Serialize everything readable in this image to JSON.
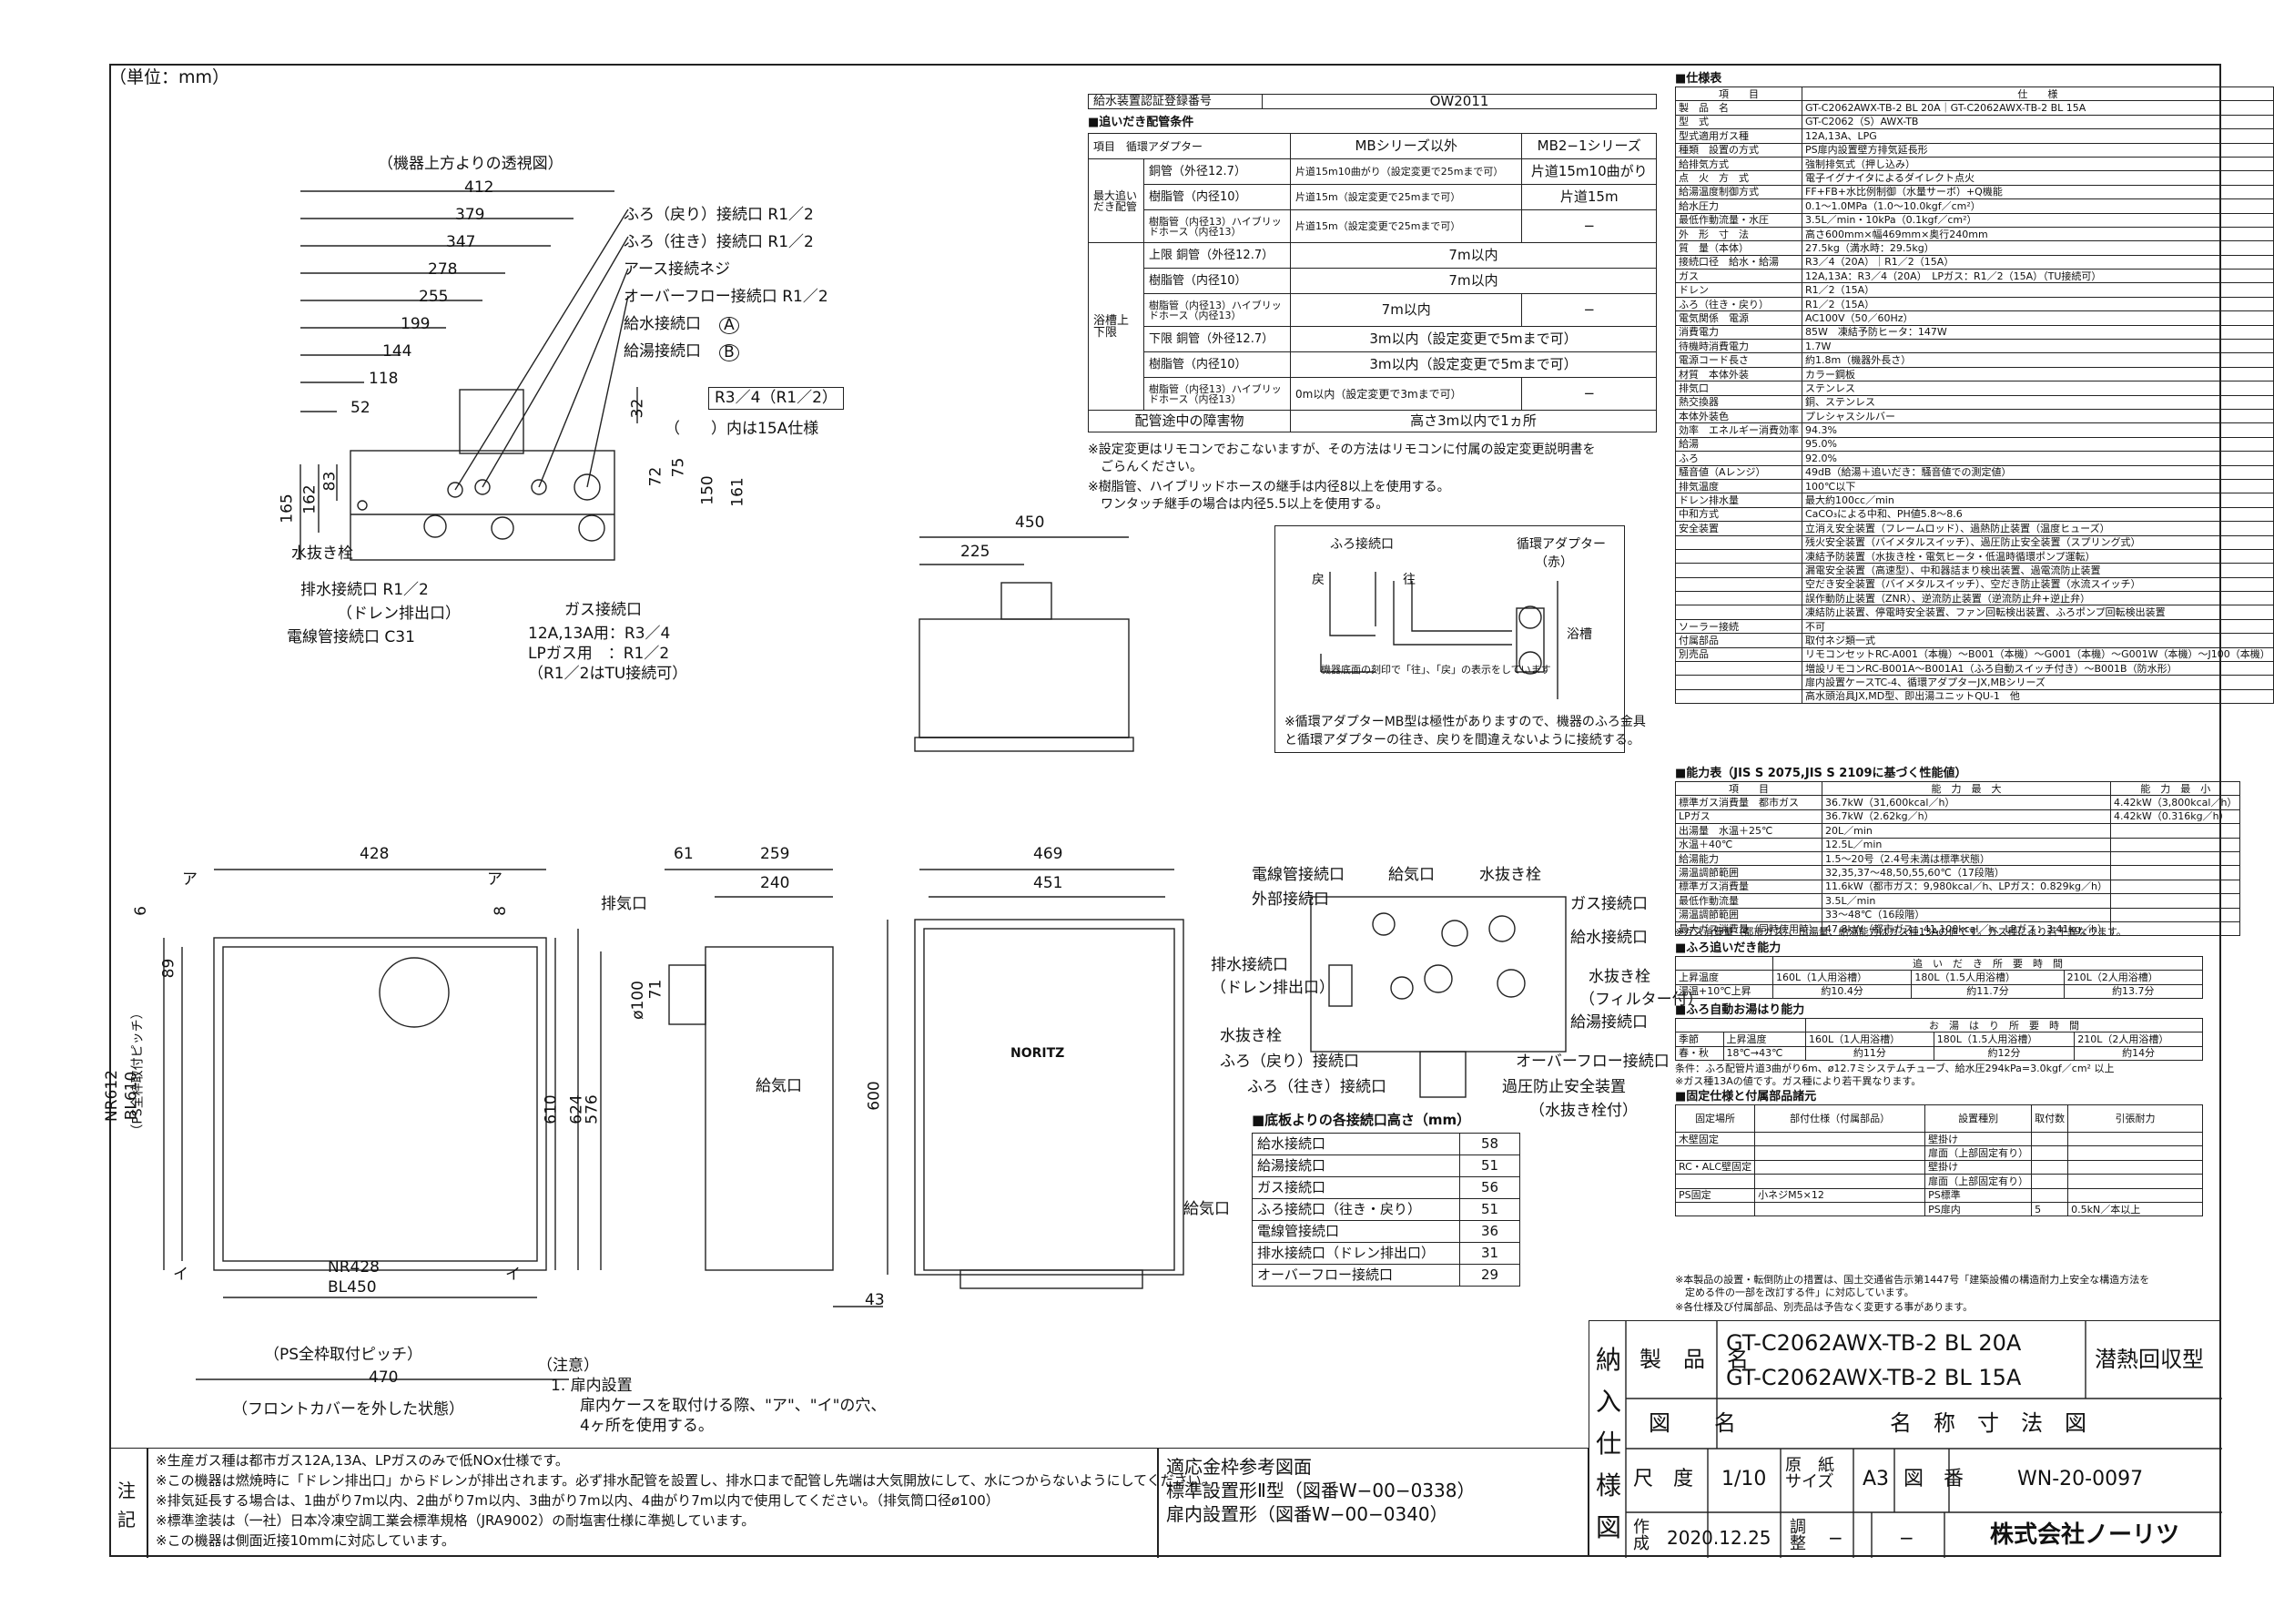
{
  "unit_label": "（単位：mm）",
  "top_view": {
    "caption": "（機器上方よりの透視図）",
    "dims": [
      "412",
      "379",
      "347",
      "278",
      "255",
      "199",
      "144",
      "118",
      "52",
      "165",
      "162",
      "83",
      "32",
      "75",
      "72",
      "150",
      "161"
    ],
    "labels": [
      "ふろ（戻り）接続口 R1／2",
      "ふろ（往き）接続口 R1／2",
      "アース接続ネジ",
      "オーバーフロー接続口 R1／2",
      "給水接続口",
      "給湯接続口",
      "R3／4（R1／2）",
      "（　　）内は15A仕様",
      "水抜き栓",
      "排水接続口 R1／2",
      "（ドレン排出口）",
      "電線管接続口 C31",
      "ガス接続口",
      "12A,13A用：R3／4",
      "LPガス用　：R1／2",
      "（R1／2はTU接続可）"
    ],
    "circle_a": "A",
    "circle_b": "B"
  },
  "pipe_table": {
    "approval_label": "給水装置認証登録番号",
    "approval_no": "OW2011",
    "title": "■追いだき配管条件",
    "col_item": "項目",
    "col_adapter": "循環アダプター",
    "col_mb": "MBシリーズ以外",
    "col_mb2": "MB2−1シリーズ",
    "max_label": "最大追い\nだき配管",
    "rows_max": [
      [
        "銅管（外径12.7）",
        "片道15m10曲がり（設定変更で25mまで可）",
        "片道15m10曲がり"
      ],
      [
        "樹脂管（内径10）",
        "片道15m（設定変更で25mまで可）",
        "片道15m"
      ],
      [
        "樹脂管（内径13）ハイブリッドホース（内径13）",
        "片道15m（設定変更で25mまで可）",
        "−"
      ]
    ],
    "bath_label": "浴槽上下限",
    "upper": "上限",
    "lower": "下限",
    "rows_upper": [
      [
        "銅管（外径12.7）",
        "7m以内",
        ""
      ],
      [
        "樹脂管（内径10）",
        "7m以内",
        ""
      ],
      [
        "樹脂管（内径13）ハイブリッドホース（内径13）",
        "7m以内",
        "−"
      ]
    ],
    "rows_lower": [
      [
        "銅管（外径12.7）",
        "3m以内（設定変更で5mまで可）",
        ""
      ],
      [
        "樹脂管（内径10）",
        "3m以内（設定変更で5mまで可）",
        ""
      ],
      [
        "樹脂管（内径13）ハイブリッドホース（内径13）",
        "0m以内（設定変更で3mまで可）",
        "−"
      ]
    ],
    "obstacle_label": "配管途中の障害物",
    "obstacle_value": "高さ3m以内で1ヵ所",
    "notes": [
      "※設定変更はリモコンでおこないますが、その方法はリモコンに付属の設定変更説明書を",
      "　ごらんください。",
      "※樹脂管、ハイブリッドホースの継手は内径8以上を使用する。",
      "　ワンタッチ継手の場合は内径5.5以上を使用する。"
    ]
  },
  "adapter_diagram": {
    "labels": [
      "ふろ接続口",
      "循環アダプター",
      "（赤）",
      "戻",
      "往",
      "浴槽",
      "機器底面の刻印で「往」、「戻」の表示をしています"
    ],
    "note": [
      "※循環アダプターMB型は極性がありますので、機器のふろ金具",
      "と循環アダプターの往き、戻りを間違えないように接続する。"
    ]
  },
  "side_top_dims": {
    "width": "450",
    "half": "225"
  },
  "front_view": {
    "dims": [
      "428",
      "6",
      "8",
      "89",
      "610",
      "624",
      "470"
    ],
    "labels": [
      "ア",
      "ア",
      "イ",
      "イ",
      "NR612",
      "BL610",
      "（PS全枠取付ピッチ）",
      "NR428",
      "BL450",
      "（PS全枠取付ピッチ）",
      "（フロントカバーを外した状態）"
    ]
  },
  "side_view": {
    "dims": [
      "61",
      "259",
      "240",
      "ø100",
      "71",
      "576",
      "43"
    ],
    "labels": [
      "排気口",
      "給気口"
    ]
  },
  "front_cover": {
    "dims": [
      "469",
      "451",
      "600"
    ],
    "brand": "NORITZ",
    "labels": [
      "給気口"
    ]
  },
  "install_note": [
    "（注意）",
    "1. 扉内設置",
    "　扉内ケースを取付ける際、\"ア\"、\"イ\"の穴、",
    "　4ヶ所を使用する。"
  ],
  "bottom_labels": [
    "電線管接続口",
    "外部接続口",
    "給気口",
    "水抜き栓",
    "ガス接続口",
    "給水接続口",
    "排水接続口",
    "（ドレン排出口）",
    "水抜き栓",
    "（フィルター付）",
    "給湯接続口",
    "水抜き栓",
    "ふろ（戻り）接続口",
    "オーバーフロー接続口",
    "ふろ（往き）接続口",
    "過圧防止安全装置",
    "（水抜き栓付）"
  ],
  "height_table": {
    "title": "■底板よりの各接続口高さ（mm）",
    "rows": [
      [
        "給水接続口",
        "58"
      ],
      [
        "給湯接続口",
        "51"
      ],
      [
        "ガス接続口",
        "56"
      ],
      [
        "ふろ接続口（往き・戻り）",
        "51"
      ],
      [
        "電線管接続口",
        "36"
      ],
      [
        "排水接続口（ドレン排出口）",
        "31"
      ],
      [
        "オーバーフロー接続口",
        "29"
      ]
    ]
  },
  "spec": {
    "title": "■仕様表",
    "head": [
      "項　　目",
      "仕　　様"
    ],
    "rows": [
      [
        "製　品　名",
        "GT-C2062AWX-TB-2 BL 20A｜GT-C2062AWX-TB-2 BL 15A"
      ],
      [
        "型　式",
        "GT-C2062（S）AWX-TB"
      ],
      [
        "型式適用ガス種",
        "12A,13A、LPG"
      ],
      [
        "種類　設置の方式",
        "PS扉内設置壁方排気延長形"
      ],
      [
        "給排気方式",
        "強制排気式（押し込み）"
      ],
      [
        "点　火　方　式",
        "電子イグナイタによるダイレクト点火"
      ],
      [
        "給湯温度制御方式",
        "FF+FB+水比例制御（水量サーボ）+Q機能"
      ],
      [
        "給水圧力",
        "0.1〜1.0MPa（1.0〜10.0kgf／cm²）"
      ],
      [
        "最低作動流量・水圧",
        "3.5L／min・10kPa（0.1kgf／cm²）"
      ],
      [
        "外　形　寸　法",
        "高さ600mm×幅469mm×奥行240mm"
      ],
      [
        "質　量（本体）",
        "27.5kg（満水時：29.5kg）"
      ],
      [
        "接続口径　給水・給湯",
        "R3／4（20A）｜R1／2（15A）"
      ],
      [
        "ガス",
        "12A,13A：R3／4（20A）　LPガス：R1／2（15A）（TU接続可）"
      ],
      [
        "ドレン",
        "R1／2（15A）"
      ],
      [
        "ふろ（往き・戻り）",
        "R1／2（15A）"
      ],
      [
        "電気関係　電源",
        "AC100V（50／60Hz）"
      ],
      [
        "消費電力",
        "85W　凍結予防ヒータ：147W"
      ],
      [
        "待機時消費電力",
        "1.7W"
      ],
      [
        "電源コード長さ",
        "約1.8m（機器外長さ）"
      ],
      [
        "材質　本体外装",
        "カラー鋼板"
      ],
      [
        "排気口",
        "ステンレス"
      ],
      [
        "熱交換器",
        "銅、ステンレス"
      ],
      [
        "本体外装色",
        "プレシャスシルバー"
      ],
      [
        "効率　エネルギー消費効率",
        "94.3%"
      ],
      [
        "給湯",
        "95.0%"
      ],
      [
        "ふろ",
        "92.0%"
      ],
      [
        "騒音値（Aレンジ）",
        "49dB（給湯＋追いだき：騒音値での測定値）"
      ],
      [
        "排気温度",
        "100℃以下"
      ],
      [
        "ドレン排水量",
        "最大約100cc／min"
      ],
      [
        "中和方式",
        "CaCO₃による中和、PH値5.8〜8.6"
      ],
      [
        "安全装置",
        "立消え安全装置（フレームロッド）、過熱防止装置（温度ヒューズ）"
      ],
      [
        "",
        "残火安全装置（バイメタルスイッチ）、過圧防止安全装置（スプリング式）"
      ],
      [
        "",
        "凍結予防装置（水抜き栓・電気ヒータ・低温時循環ポンプ運転）"
      ],
      [
        "",
        "漏電安全装置（高速型）、中和器詰まり検出装置、過電流防止装置"
      ],
      [
        "",
        "空だき安全装置（バイメタルスイッチ）、空だき防止装置（水流スイッチ）"
      ],
      [
        "",
        "誤作動防止装置（ZNR）、逆流防止装置（逆流防止弁+逆止弁）"
      ],
      [
        "",
        "凍結防止装置、停電時安全装置、ファン回転検出装置、ふろポンプ回転検出装置"
      ],
      [
        "ソーラー接続",
        "不可"
      ],
      [
        "付属部品",
        "取付ネジ類一式"
      ],
      [
        "別売品",
        "リモコンセットRC-A001（本機）〜B001（本機）〜G001（本機）〜G001W（本機）〜J100（本機）"
      ],
      [
        "",
        "増設リモコンRC-B001A〜B001A1（ふろ自動スイッチ付き）〜B001B（防水形）"
      ],
      [
        "",
        "扉内設置ケースTC-4、循環アダプターJX,MBシリーズ"
      ],
      [
        "",
        "高水頭治具JX,MD型、即出湯ユニットQU-1　他"
      ]
    ]
  },
  "capacity": {
    "title": "■能力表（JIS S 2075,JIS S 2109に基づく性能値）",
    "head": [
      "項　　目",
      "能　力　最　大",
      "能　力　最　小"
    ],
    "rows": [
      [
        "標準ガス消費量　都市ガス",
        "36.7kW（31,600kcal／h）",
        "4.42kW（3,800kcal／h）"
      ],
      [
        "LPガス",
        "36.7kW（2.62kg／h）",
        "4.42kW（0.316kg／h）"
      ],
      [
        "出湯量　水温＋25℃",
        "20L／min",
        ""
      ],
      [
        "水温＋40℃",
        "12.5L／min",
        ""
      ],
      [
        "給湯能力",
        "1.5〜20号（2.4号未満は標準状態）",
        ""
      ],
      [
        "湯温調節範囲",
        "32,35,37〜48,50,55,60℃（17段階）",
        ""
      ],
      [
        "標準ガス消費量",
        "11.6kW（都市ガス：9,980kcal／h、LPガス：0.829kg／h）",
        ""
      ],
      [
        "最低作動流量",
        "3.5L／min",
        ""
      ],
      [
        "湯温調節範囲",
        "33〜48℃（16段階）",
        ""
      ],
      [
        "最大ガス消費量（同時使用時）",
        "47.8kW（都市ガス：41,100kcal／h、LPガス：3.41kg／h）",
        ""
      ]
    ],
    "note": "※ガス消費量（都市ガス）、出湯量、給湯能力はガス種13Aの値です。ガス種により若干異なります。"
  },
  "reheat": {
    "title": "■ふろ追いだき能力",
    "head": [
      "追　い　だ　き　所　要　時　間"
    ],
    "rows": [
      [
        "上昇温度",
        "160L（1人用浴槽）",
        "180L（1.5人用浴槽）",
        "210L（2人用浴槽）"
      ],
      [
        "湯温+10℃上昇",
        "約10.4分",
        "約11.7分",
        "約13.7分"
      ]
    ]
  },
  "autofill": {
    "title": "■ふろ自動お湯はり能力",
    "head": [
      "お　湯　は　り　所　要　時　間"
    ],
    "rows": [
      [
        "季節",
        "上昇温度",
        "160L（1人用浴槽）",
        "180L（1.5人用浴槽）",
        "210L（2人用浴槽）"
      ],
      [
        "春・秋",
        "18℃→43℃",
        "約11分",
        "約12分",
        "約14分"
      ]
    ],
    "notes": [
      "条件：ふろ配管片道3曲がり6m、ø12.7ミシステムチューブ、給水圧294kPa=3.0kgf／cm² 以上",
      "※ガス種13Aの値です。ガス種により若干異なります。"
    ]
  },
  "fixing": {
    "title": "■固定仕様と付属部品諸元",
    "head": [
      "固定場所",
      "部付仕様（付属部品）",
      "設置種別",
      "取付数",
      "引張耐力"
    ],
    "rows": [
      [
        "木壁固定",
        "",
        "壁掛け",
        ""
      ],
      [
        "",
        "",
        "扉面（上部固定有り）",
        ""
      ],
      [
        "RC・ALC壁固定",
        "",
        "壁掛け",
        ""
      ],
      [
        "",
        "",
        "扉面（上部固定有り）",
        ""
      ],
      [
        "PS固定",
        "小ネジM5×12",
        "PS標準",
        ""
      ],
      [
        "",
        "",
        "PS扉内",
        "5",
        "0.5kN／本以上"
      ]
    ],
    "notes": [
      "※本製品の設置・転倒防止の措置は、国土交通省告示第1447号「建築設備の構造耐力上安全な構造方法を",
      "　定める件の一部を改訂する件」に対応しています。",
      "※各仕様及び付属部品、別売品は予告なく変更する事があります。"
    ]
  },
  "title_block": {
    "side": "納入仕様図",
    "product_label": "製　品　名",
    "product_1": "GT-C2062AWX-TB-2 BL 20A",
    "product_2": "GT-C2062AWX-TB-2 BL 15A",
    "type": "潜熱回収型",
    "drawing_label": "図　　名",
    "drawing_name": "名　称　寸　法　図",
    "scale_label": "尺　度",
    "scale": "1/10",
    "paper_label": "原　紙サイズ",
    "paper": "A3",
    "num_label": "図　番",
    "num": "WN-20-0097",
    "made_label": "作　成",
    "date": "2020.12.25",
    "check_label": "調　整",
    "dash1": "−",
    "dash2": "−",
    "company": "株式会社ノーリツ"
  },
  "notes_block": {
    "label": "注　記",
    "lines": [
      "※生産ガス種は都市ガス12A,13A、LPガスのみで低NOx仕様です。",
      "※この機器は燃焼時に「ドレン排出口」からドレンが排出されます。必ず排水配管を設置し、排水口まで配管し先端は大気開放にして、水につからないようにしてください。",
      "※排気延長する場合は、1曲がり7m以内、2曲がり7m以内、3曲がり7m以内、4曲がり7m以内で使用してください。（排気筒口径ø100）",
      "※標準塗装は（一社）日本冷凍空調工業会標準規格（JRA9002）の耐塩害仕様に準拠しています。",
      "※この機器は側面近接10mmに対応しています。"
    ],
    "ref_title": "適応金枠参考図面",
    "ref_1": "標準設置形Ⅱ型（図番W−00−0338）",
    "ref_2": "扉内設置形（図番W−00−0340）"
  }
}
